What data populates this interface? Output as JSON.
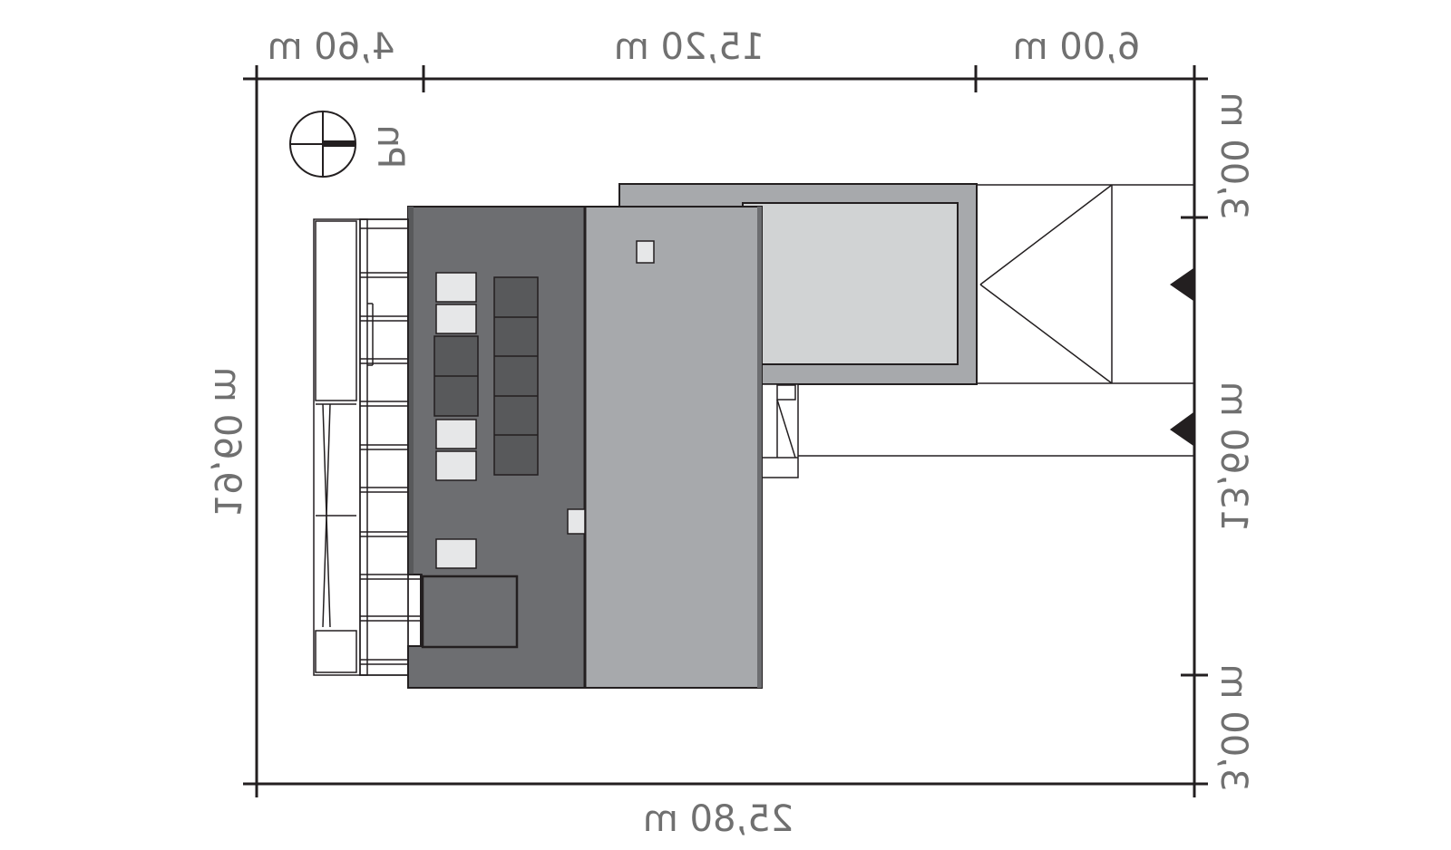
{
  "dimensions": {
    "top_left": "4,60 m",
    "top_middle": "15,20 m",
    "top_right": "6,00 m",
    "bottom": "25,80 m",
    "left": "19,60 m",
    "right_top": "3,00 m",
    "right_middle": "13,60 m",
    "right_bottom": "3,00 m"
  },
  "north": {
    "label": "Pn"
  },
  "colors": {
    "roof_dark": "#6d6e71",
    "roof_mid": "#a7a9ac",
    "garage_light": "#d1d3d4",
    "skylight": "#e6e7e8",
    "solar_panel": "#58595b",
    "dimension_text": "#707070",
    "line": "#231f20"
  },
  "icons": {
    "north_arrow": "compass-icon",
    "entry_markers": "triangle-icon"
  }
}
